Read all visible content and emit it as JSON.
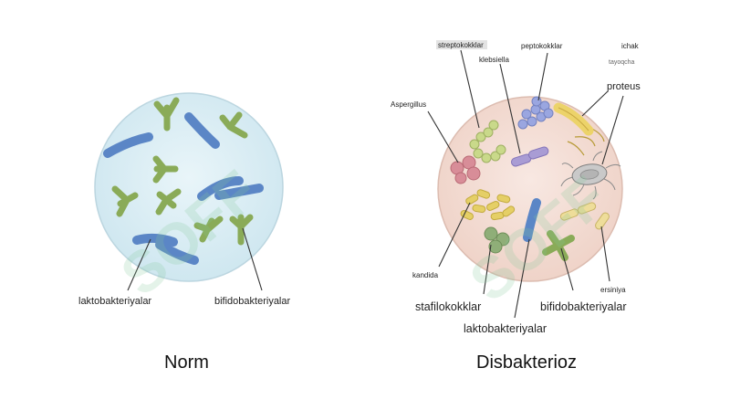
{
  "panels": {
    "left": {
      "title": "Norm"
    },
    "right": {
      "title": "Disbakterioz"
    }
  },
  "labels": {
    "left": {
      "lacto": "laktobakteriyalar",
      "bifido": "bifidobakteriyalar"
    },
    "right": {
      "strepto": "streptokokklar",
      "pepto": "peptokokklar",
      "ichak": "ichak",
      "tayoqcha": "tayoqcha",
      "klebsiella": "klebsiella",
      "proteus": "proteus",
      "aspergillus": "Aspergillus",
      "kandida": "kandida",
      "stafilo": "stafilokokklar",
      "bifido": "bifidobakteriyalar",
      "ersiniya": "ersiniya",
      "lacto": "laktobakteriyalar"
    }
  },
  "watermark": {
    "text": "SOFF"
  },
  "colors": {
    "norm_disc": "#dbeef5",
    "dis_disc": "#f3ddd5",
    "lacto": "#5b86c6",
    "bifido": "#9dbb6a",
    "strepto": "#c9d98a",
    "pepto": "#9aa6e0",
    "klebsiella": "#a99cd4",
    "proteus": "#ecd36a",
    "aspergillus": "#d88d98",
    "kandida": "#8fae78",
    "stafilo": "#e5cf66",
    "ersiniya": "#eedd9a"
  }
}
